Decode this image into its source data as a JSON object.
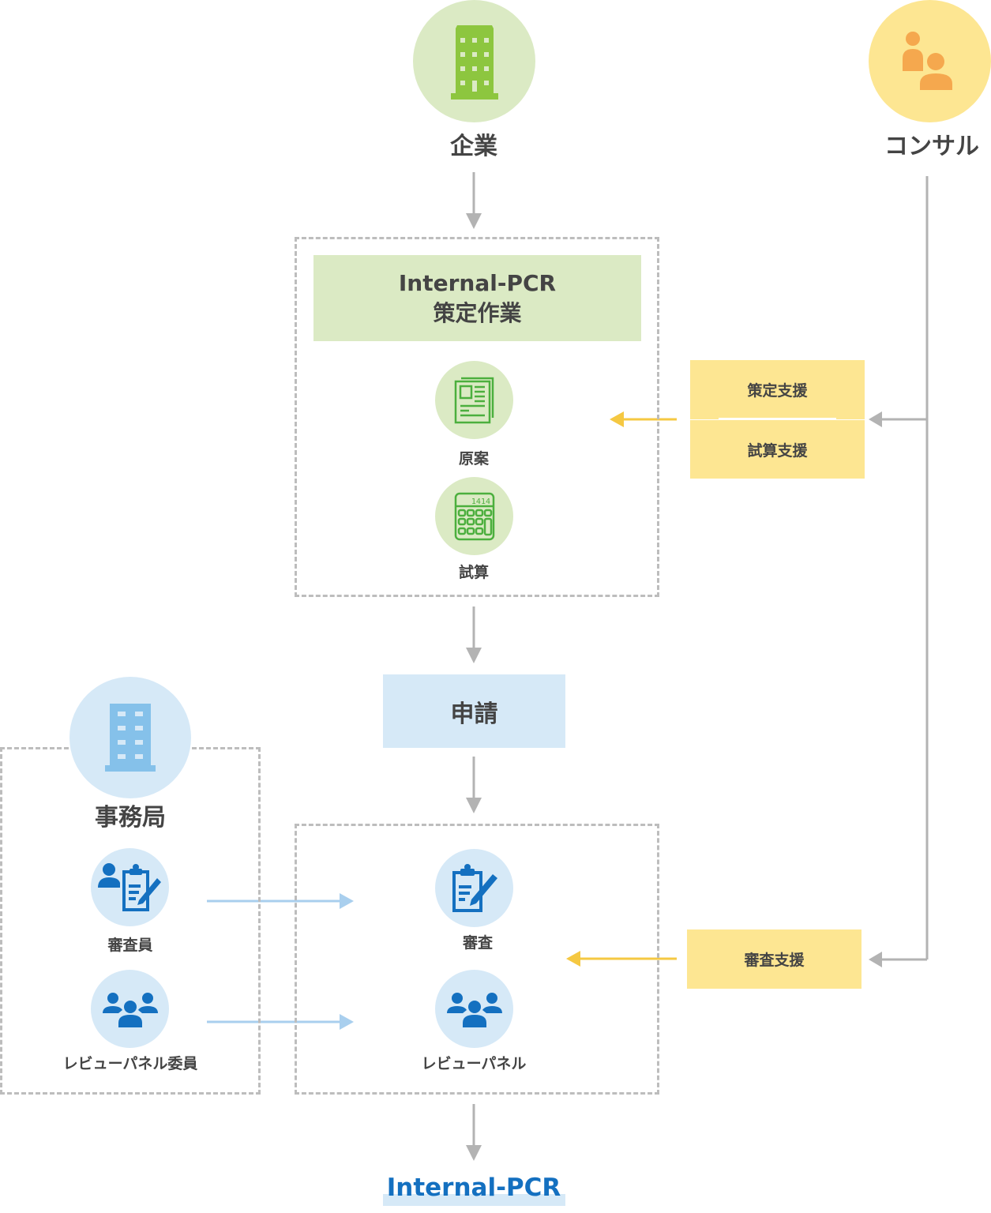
{
  "nodes": {
    "company": {
      "label": "企業",
      "icon": "building-icon"
    },
    "consultant": {
      "label": "コンサル",
      "icon": "people-icon"
    },
    "drafting": {
      "title_line1": "Internal-PCR",
      "title_line2": "策定作業"
    },
    "draft": {
      "label": "原案",
      "icon": "document-icon"
    },
    "calculation": {
      "label": "試算",
      "icon": "calculator-icon",
      "display": "1414"
    },
    "support_drafting": {
      "label": "策定支援"
    },
    "support_calculation": {
      "label": "試算支援"
    },
    "application": {
      "label": "申請"
    },
    "secretariat": {
      "label": "事務局",
      "icon": "building-icon"
    },
    "reviewer": {
      "label": "審査員",
      "icon": "reviewer-icon"
    },
    "panel_member": {
      "label": "レビューパネル委員",
      "icon": "group-icon"
    },
    "review": {
      "label": "審査",
      "icon": "clipboard-icon"
    },
    "review_panel": {
      "label": "レビューパネル",
      "icon": "group-icon"
    },
    "support_review": {
      "label": "審査支援"
    },
    "output": {
      "label": "Internal-PCR"
    }
  },
  "colors": {
    "green_light": "#dbeac4",
    "green_icon": "#8dc63f",
    "green_line": "#4caf3e",
    "yellow_light": "#fde692",
    "orange_icon": "#f5a84e",
    "blue_light": "#d6e9f7",
    "blue_icon": "#85c1ea",
    "blue_dark": "#1470c0",
    "gray_line": "#b3b3b3",
    "arrow_yellow": "#f5c842",
    "text": "#444444"
  }
}
